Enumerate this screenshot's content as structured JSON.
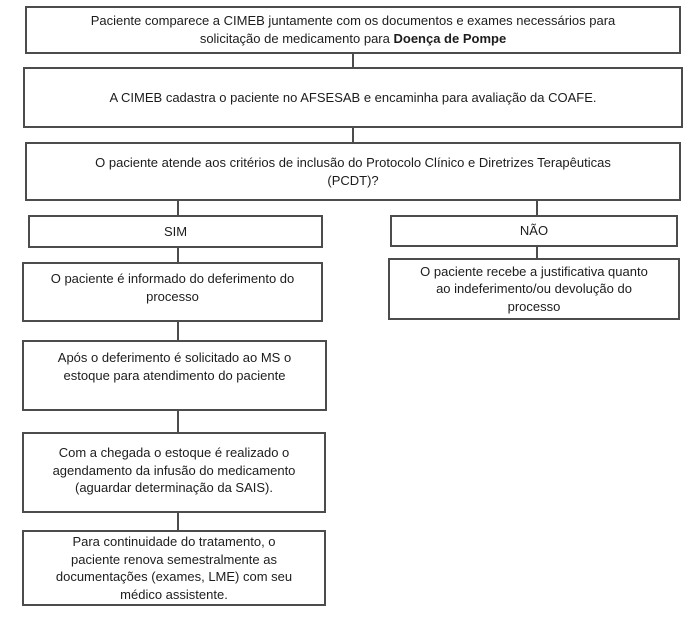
{
  "figure": {
    "type": "flowchart",
    "language": "pt-BR",
    "background_color": "#ffffff",
    "box_border_color": "#4c4c4c",
    "text_color": "#1c1c1c"
  },
  "nodes": {
    "intro": {
      "line1": "Paciente comparece a CIMEB juntamente com os documentos e exames necessários para",
      "line2_plain": "solicitação de medicamento para ",
      "line2_bold": "Doença de Pompe"
    },
    "register": {
      "line1": "A CIMEB cadastra o paciente no AFSESAB e encaminha para avaliação da COAFE."
    },
    "question": {
      "line1": "O paciente atende aos critérios de inclusão do Protocolo Clínico e Diretrizes Terapêuticas",
      "line2": "(PCDT)?"
    },
    "yes_branch": {
      "label": "SIM"
    },
    "no_branch": {
      "label": "NÃO"
    },
    "deferment": {
      "line1": "O paciente é informado do deferimento do",
      "line2": "processo"
    },
    "justification": {
      "line1": "O paciente recebe a justificativa quanto",
      "line2": "ao indeferimento/ou devolução do",
      "line3": "processo"
    },
    "stock_request": {
      "line1": "Após o deferimento é solicitado ao MS o",
      "line2": "estoque para atendimento do paciente"
    },
    "infusion_scheduling": {
      "line1": "Com a chegada o estoque é realizado o",
      "line2": "agendamento da infusão do medicamento",
      "line3": "(aguardar determinação da  SAIS)."
    },
    "renewal": {
      "line1": "Para continuidade do tratamento, o",
      "line2": "paciente renova semestralmente as",
      "line3": "documentações (exames, LME) com seu",
      "line4": "médico assistente."
    }
  }
}
